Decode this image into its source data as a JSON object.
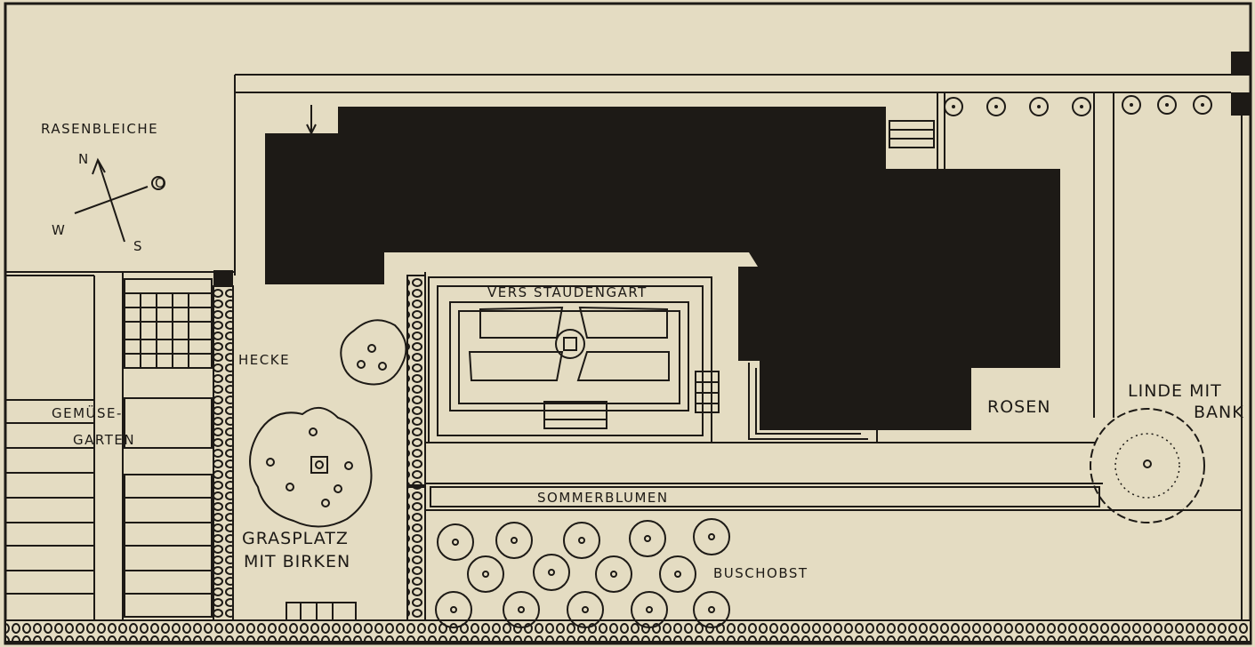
{
  "labels": {
    "rasenbleiche": "RASENBLEICHE",
    "hecke": "HECKE",
    "gemuese_line1": "GEMÜSE-",
    "gemuese_line2": "GARTEN",
    "staudengarten": "VERS STAUDENGART",
    "rosen": "ROSEN",
    "linde_line1": "LINDE MIT",
    "linde_line2": "BANK",
    "sommerblumen": "SOMMERBLUMEN",
    "grasplatz_line1": "GRASPLATZ",
    "grasplatz_line2": "MIT BIRKEN",
    "buschobst": "BUSCHOBST"
  },
  "compass": {
    "north": "N",
    "east": "O",
    "south": "S",
    "west": "W"
  },
  "colors": {
    "paper": "#e4dcc2",
    "ink": "#1d1a16"
  }
}
